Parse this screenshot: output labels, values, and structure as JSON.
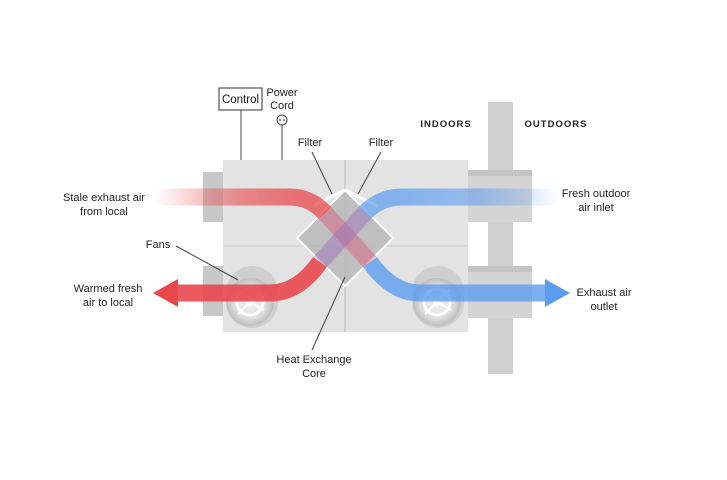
{
  "labels": {
    "control": "Control",
    "power_cord_line1": "Power",
    "power_cord_line2": "Cord",
    "indoors": "INDOORS",
    "outdoors": "OUTDOORS",
    "filter_left": "Filter",
    "filter_right": "Filter",
    "stale_exhaust_line1": "Stale exhaust air",
    "stale_exhaust_line2": "from local",
    "fresh_outdoor_line1": "Fresh outdoor",
    "fresh_outdoor_line2": "air inlet",
    "fans": "Fans",
    "warmed_fresh_line1": "Warmed fresh",
    "warmed_fresh_line2": "air to local",
    "exhaust_outlet_line1": "Exhaust air",
    "exhaust_outlet_line2": "outlet",
    "heat_exchange_line1": "Heat Exchange",
    "heat_exchange_line2": "Core"
  },
  "colors": {
    "warm_air": "#e8474b",
    "cool_air": "#5b9cf0",
    "housing": "#e3e3e3",
    "wall": "#cfcfcf"
  }
}
